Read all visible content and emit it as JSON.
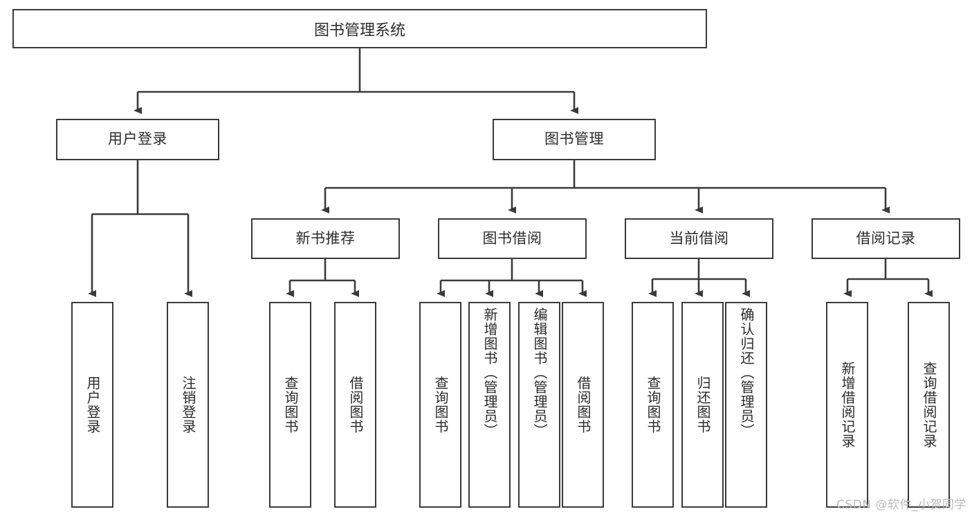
{
  "diagram": {
    "title": "图书管理系统",
    "type": "tree",
    "root": {
      "label": "图书管理系统"
    },
    "level2": [
      {
        "label": "用户登录"
      },
      {
        "label": "图书管理"
      }
    ],
    "level3": [
      {
        "label": "新书推荐"
      },
      {
        "label": "图书借阅"
      },
      {
        "label": "当前借阅"
      },
      {
        "label": "借阅记录"
      }
    ],
    "leaves": {
      "user_login": [
        {
          "label": "用户登录"
        },
        {
          "label": "注销登录"
        }
      ],
      "new_book_recommend": [
        {
          "label": "查询图书"
        },
        {
          "label": "借阅图书"
        }
      ],
      "book_borrow": [
        {
          "label": "查询图书"
        },
        {
          "label": "新增图书（管理员）"
        },
        {
          "label": "编辑图书（管理员）"
        },
        {
          "label": "借阅图书"
        }
      ],
      "current_borrow": [
        {
          "label": "查询图书"
        },
        {
          "label": "归还图书"
        },
        {
          "label": "确认归还（管理员）"
        }
      ],
      "borrow_record": [
        {
          "label": "新增借阅记录"
        },
        {
          "label": "查询借阅记录"
        }
      ]
    }
  },
  "watermark": {
    "text": "CSDN @软件_小贺同学"
  },
  "colors": {
    "border": "#3a3a3a",
    "text": "#2b2b2b",
    "background": "#ffffff",
    "watermark": "#b9b9b9"
  }
}
